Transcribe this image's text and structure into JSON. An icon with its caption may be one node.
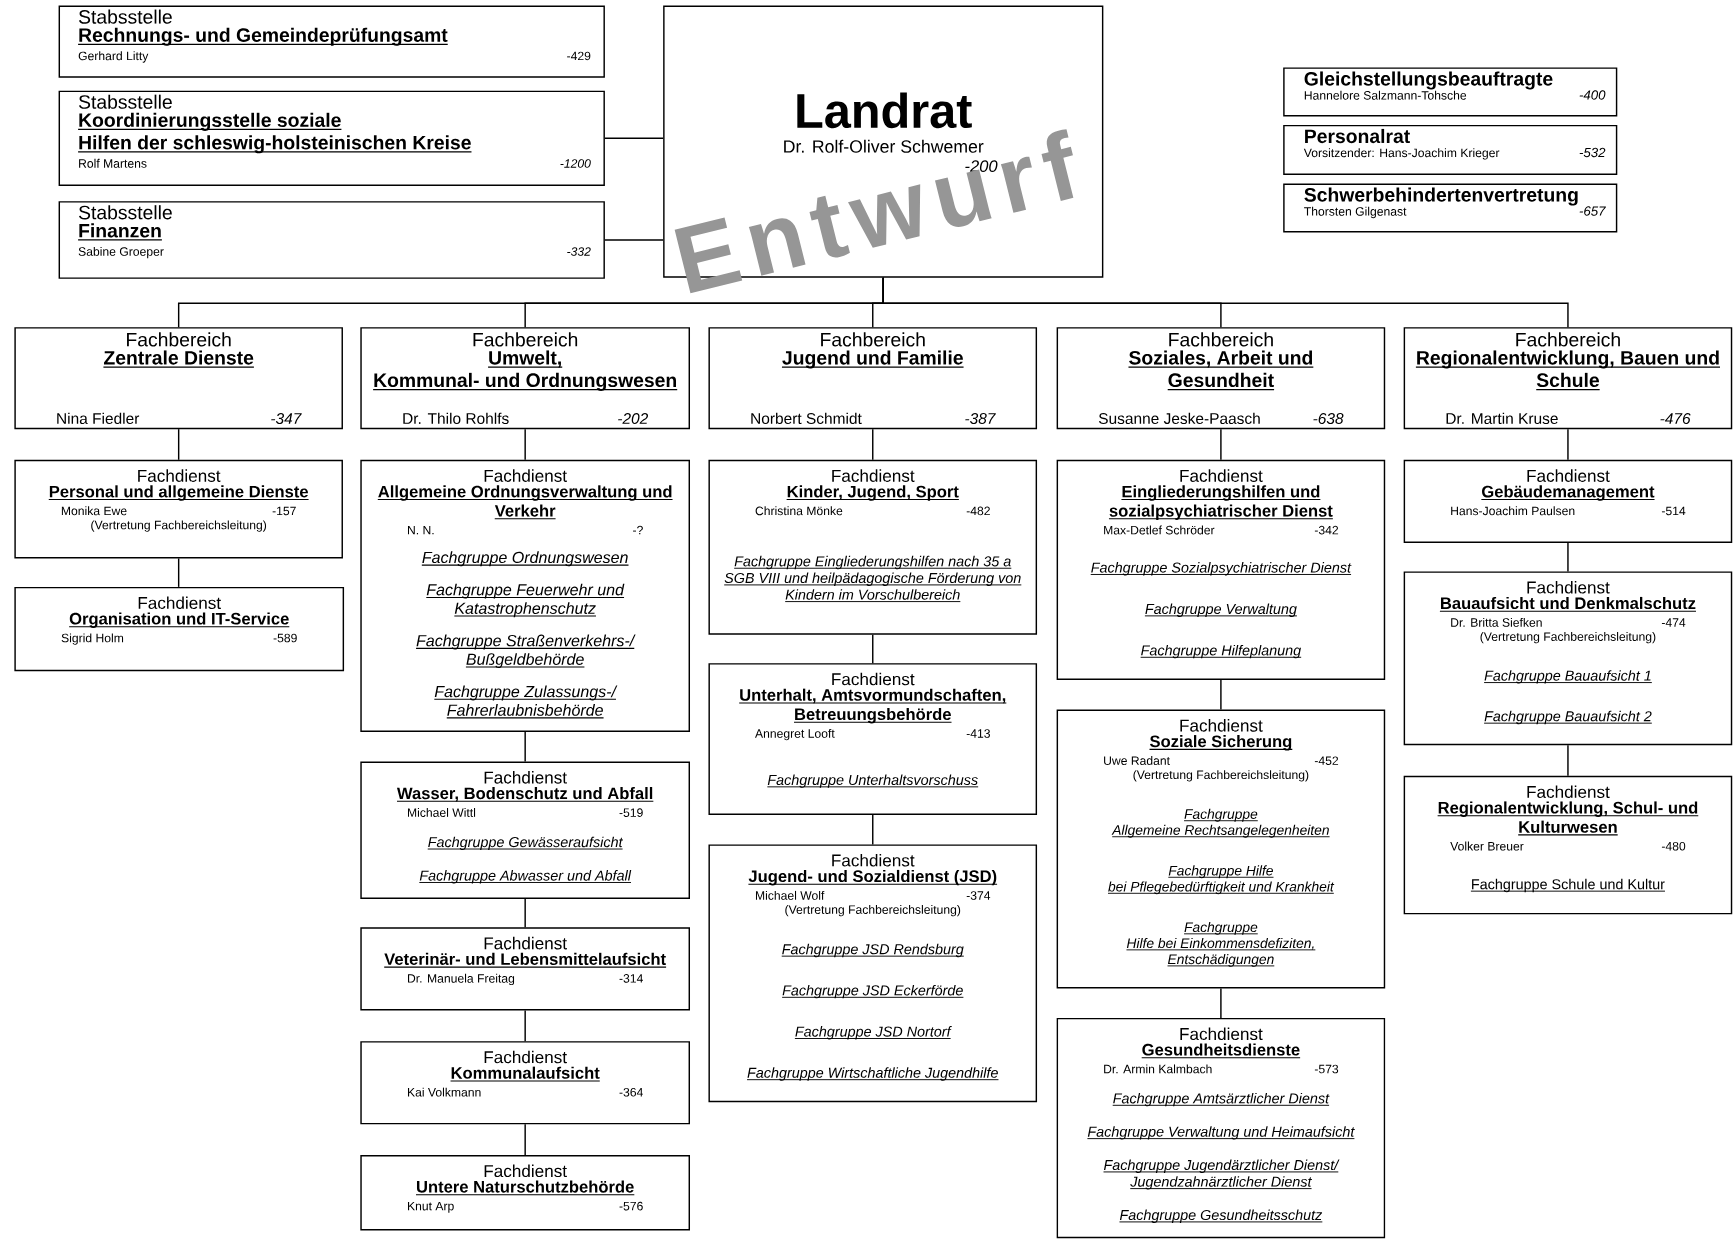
{
  "diagram": {
    "nodes": [
      {
        "text": [
          "Landrat",
          "Dr. Rolf-Oliver Schwemer",
          "-200"
        ]
      },
      {
        "text": [
          "Stabsstelle",
          "Rechnungs- und Gemeindeprüfungsamt",
          "Gerhard Litty",
          "-429"
        ]
      },
      {
        "text": [
          "Stabsstelle",
          "Koordinierungsstelle soziale Hilfen der schleswig-holsteinischen Kreise",
          "Rolf Martens",
          "-1200"
        ]
      },
      {
        "text": [
          "Stabsstelle",
          "Finanzen",
          "Sabine Groeper",
          "-332"
        ]
      },
      {
        "text": [
          "Gleichstellungsbeauftragte",
          "Hannelore Salzmann-Tohsche",
          "-400"
        ]
      },
      {
        "text": [
          "Personalrat",
          "Vorsitzender: Hans-Joachim Krieger",
          "-532"
        ]
      },
      {
        "text": [
          "Schwerbehindertenvertretung",
          "Thorsten Gilgenast",
          "-657"
        ]
      },
      {
        "text": [
          "Fachbereich",
          "Zentrale Dienste",
          "Nina Fiedler",
          "-347"
        ]
      },
      {
        "text": [
          "Fachbereich",
          "Umwelt, Kommunal- und Ordnungswesen",
          "Dr. Thilo Rohlfs",
          "-202"
        ]
      },
      {
        "text": [
          "Fachbereich",
          "Jugend und Familie",
          "Norbert Schmidt",
          "-387"
        ]
      },
      {
        "text": [
          "Fachbereich",
          "Soziales, Arbeit und Gesundheit",
          "Susanne Jeske-Paasch",
          "-638"
        ]
      },
      {
        "text": [
          "Fachbereich",
          "Regionalentwicklung, Bauen und Schule",
          "Dr. Martin Kruse",
          "-476"
        ]
      },
      {
        "text": [
          "Fachdienst",
          "Personal und allgemeine Dienste",
          "Monika Ewe",
          "-157",
          "(Vertretung Fachbereichsleitung)"
        ]
      },
      {
        "text": [
          "Fachdienst",
          "Organisation und IT-Service",
          "Sigrid Holm",
          "-589"
        ]
      },
      {
        "text": [
          "Fachdienst",
          "Allgemeine Ordnungsverwaltung und Verkehr",
          "N. N.",
          "-?",
          "Fachgruppe Ordnungswesen",
          "Fachgruppe Feuerwehr und Katastrophenschutz",
          "Fachgruppe Straßenverkehrs-/ Bußgeldbehörde",
          "Fachgruppe Zulassungs-/ Fahrerlaubnisbehörde"
        ]
      },
      {
        "text": [
          "Fachdienst",
          "Wasser, Bodenschutz und Abfall",
          "Michael Wittl",
          "-519",
          "Fachgruppe Gewässeraufsicht",
          "Fachgruppe Abwasser und Abfall"
        ]
      },
      {
        "text": [
          "Fachdienst",
          "Veterinär- und Lebensmittelaufsicht",
          "Dr. Manuela Freitag",
          "-314"
        ]
      },
      {
        "text": [
          "Fachdienst",
          "Kommunalaufsicht",
          "Kai Volkmann",
          "-364"
        ]
      },
      {
        "text": [
          "Fachdienst",
          "Untere Naturschutzbehörde",
          "Knut Arp",
          "-576"
        ]
      },
      {
        "text": [
          "Fachdienst",
          "Kinder, Jugend, Sport",
          "Christina Mönke",
          "-482",
          "Fachgruppe Eingliederungshilfen nach 35 a SGB VIII und heilpädagogische Förderung von Kindern im Vorschulbereich"
        ]
      },
      {
        "text": [
          "Fachdienst",
          "Unterhalt, Amtsvormundschaften, Betreuungsbehörde",
          "Annegret Looft",
          "-413",
          "Fachgruppe Unterhaltsvorschuss"
        ]
      },
      {
        "text": [
          "Fachdienst",
          "Jugend- und Sozialdienst (JSD)",
          "Michael Wolf",
          "-374",
          "(Vertretung Fachbereichsleitung)",
          "Fachgruppe JSD Rendsburg",
          "Fachgruppe JSD Eckerförde",
          "Fachgruppe JSD Nortorf",
          "Fachgruppe Wirtschaftliche Jugendhilfe"
        ]
      },
      {
        "text": [
          "Fachdienst",
          "Eingliederungshilfen und sozialpsychiatrischer Dienst",
          "Max-Detlef Schröder",
          "-342",
          "Fachgruppe Sozialpsychiatrischer Dienst",
          "Fachgruppe Verwaltung",
          "Fachgruppe Hilfeplanung"
        ]
      },
      {
        "text": [
          "Fachdienst",
          "Soziale Sicherung",
          "Uwe Radant",
          "-452",
          "(Vertretung Fachbereichsleitung)",
          "Fachgruppe Allgemeine Rechtsangelegenheiten",
          "Fachgruppe Hilfe bei Pflegebedürftigkeit und Krankheit",
          "Fachgruppe Hilfe bei Einkommensdefiziten, Entschädigungen"
        ]
      },
      {
        "text": [
          "Fachdienst",
          "Gesundheitsdienste",
          "Dr. Armin Kalmbach",
          "-573",
          "Fachgruppe Amtsärztlicher Dienst",
          "Fachgruppe Verwaltung und Heimaufsicht",
          "Fachgruppe Jugendärztlicher Dienst/ Jugendzahnärztlicher Dienst",
          "Fachgruppe Gesundheitsschutz"
        ]
      },
      {
        "text": [
          "Fachdienst",
          "Gebäudemanagement",
          "Hans-Joachim Paulsen",
          "-514"
        ]
      },
      {
        "text": [
          "Fachdienst",
          "Bauaufsicht und Denkmalschutz",
          "Dr. Britta Siefken",
          "-474",
          "(Vertretung Fachbereichsleitung)",
          "Fachgruppe Bauaufsicht 1",
          "Fachgruppe Bauaufsicht 2"
        ]
      },
      {
        "text": [
          "Fachdienst",
          "Regionalentwicklung, Schul- und Kulturwesen",
          "Volker Breuer",
          "-480",
          "Fachgruppe Schule und Kultur"
        ]
      }
    ],
    "edges": [
      {
        "from": 0,
        "to": 2,
        "arrow": "none"
      },
      {
        "from": 0,
        "to": 3,
        "arrow": "none"
      },
      {
        "from": 0,
        "to": 7,
        "arrow": "none"
      },
      {
        "from": 0,
        "to": 8,
        "arrow": "none"
      },
      {
        "from": 0,
        "to": 9,
        "arrow": "none"
      },
      {
        "from": 0,
        "to": 10,
        "arrow": "none"
      },
      {
        "from": 0,
        "to": 11,
        "arrow": "none"
      },
      {
        "from": 7,
        "to": 12,
        "arrow": "none"
      },
      {
        "from": 12,
        "to": 13,
        "arrow": "none"
      },
      {
        "from": 8,
        "to": 14,
        "arrow": "none"
      },
      {
        "from": 14,
        "to": 15,
        "arrow": "none"
      },
      {
        "from": 15,
        "to": 16,
        "arrow": "none"
      },
      {
        "from": 16,
        "to": 17,
        "arrow": "none"
      },
      {
        "from": 17,
        "to": 18,
        "arrow": "none"
      },
      {
        "from": 9,
        "to": 19,
        "arrow": "none"
      },
      {
        "from": 19,
        "to": 20,
        "arrow": "none"
      },
      {
        "from": 20,
        "to": 21,
        "arrow": "none"
      },
      {
        "from": 10,
        "to": 22,
        "arrow": "none"
      },
      {
        "from": 22,
        "to": 23,
        "arrow": "none"
      },
      {
        "from": 23,
        "to": 24,
        "arrow": "none"
      },
      {
        "from": 11,
        "to": 25,
        "arrow": "none"
      },
      {
        "from": 25,
        "to": 26,
        "arrow": "none"
      },
      {
        "from": 26,
        "to": 27,
        "arrow": "none"
      }
    ],
    "labels": [
      "Entwurf"
    ]
  }
}
